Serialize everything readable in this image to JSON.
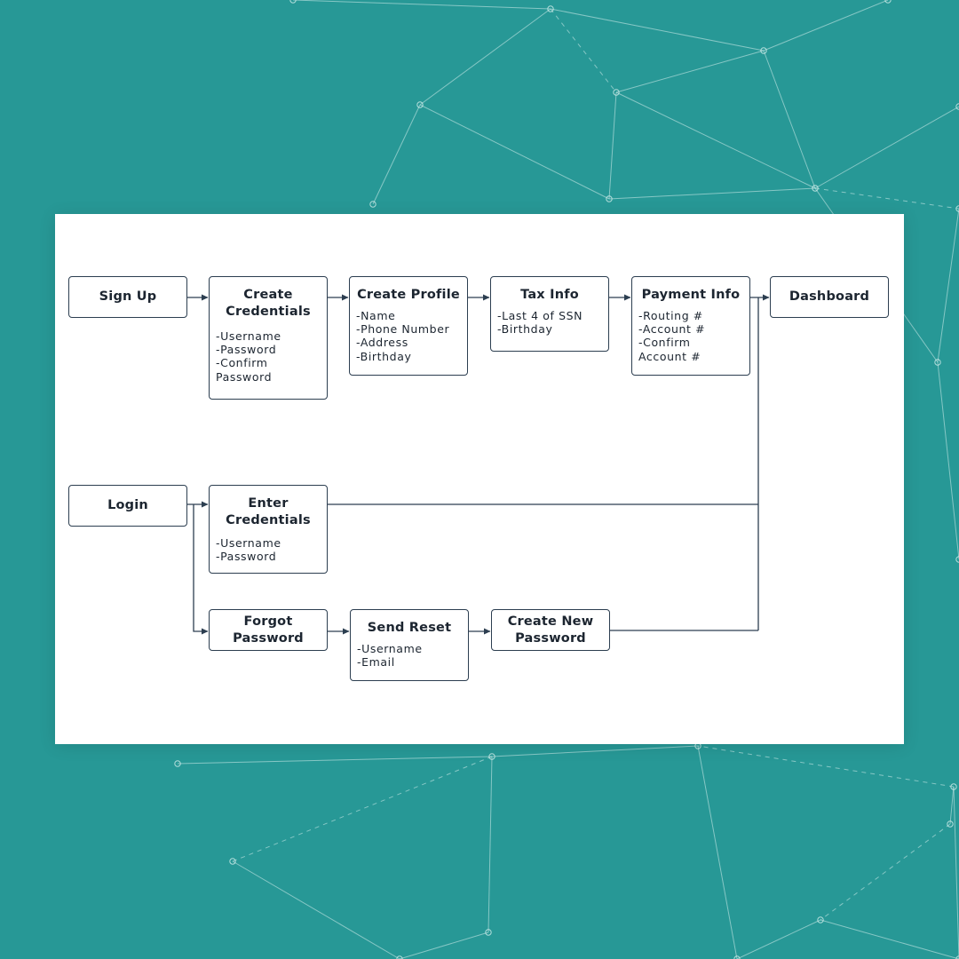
{
  "background": {
    "color": "#279896",
    "line_color": "#d6efec"
  },
  "diagram": {
    "stroke_color": "#2c3e50",
    "nodes": {
      "sign_up": {
        "title": "Sign Up"
      },
      "create_credentials": {
        "title": "Create\nCredentials",
        "details": "-Username\n-Password\n-Confirm\nPassword"
      },
      "create_profile": {
        "title": "Create Profile",
        "details": "-Name\n-Phone Number\n-Address\n-Birthday"
      },
      "tax_info": {
        "title": "Tax Info",
        "details": "-Last 4 of SSN\n-Birthday"
      },
      "payment_info": {
        "title": "Payment Info",
        "details": "-Routing #\n-Account #\n-Confirm\nAccount #"
      },
      "dashboard": {
        "title": "Dashboard"
      },
      "login": {
        "title": "Login"
      },
      "enter_credentials": {
        "title": "Enter\nCredentials",
        "details": "-Username\n-Password"
      },
      "forgot_password": {
        "title": "Forgot\nPassword"
      },
      "send_reset": {
        "title": "Send Reset",
        "details": "-Username\n-Email"
      },
      "create_new_password": {
        "title": "Create New\nPassword"
      }
    }
  }
}
